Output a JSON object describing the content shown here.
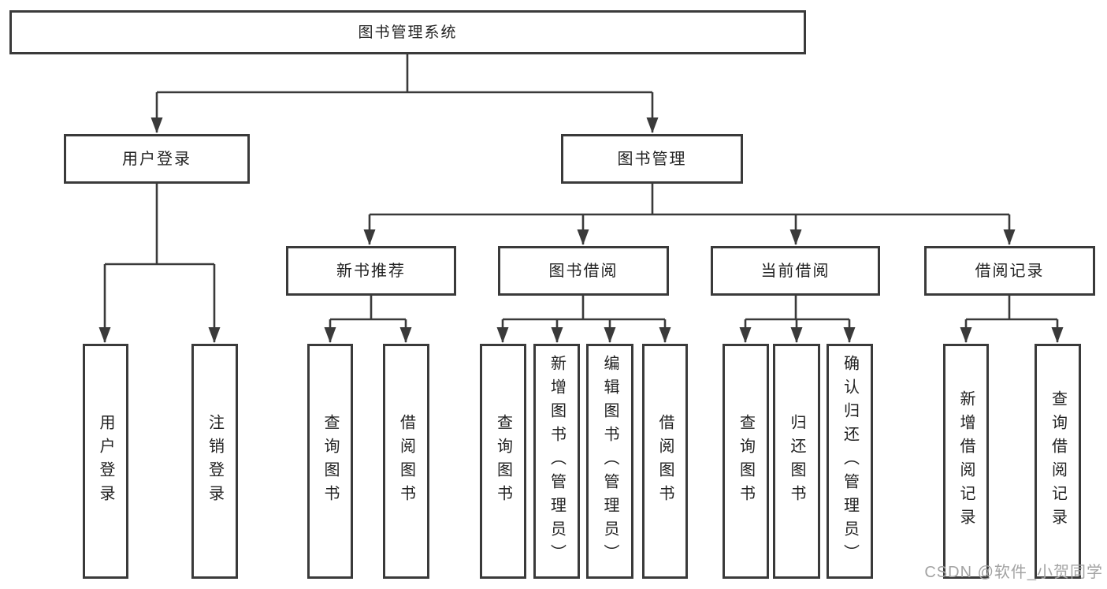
{
  "diagram": {
    "root": "图书管理系统",
    "level2": [
      "用户登录",
      "图书管理"
    ],
    "level3": [
      "新书推荐",
      "图书借阅",
      "当前借阅",
      "借阅记录"
    ],
    "leaves": {
      "user_login": [
        "用户登录",
        "注销登录"
      ],
      "new_book_recommend": [
        "查询图书",
        "借阅图书"
      ],
      "book_borrowing": [
        "查询图书",
        "新增图书（管理员）",
        "编辑图书（管理员）",
        "借阅图书"
      ],
      "current_borrowing": [
        "查询图书",
        "归还图书",
        "确认归还（管理员）"
      ],
      "borrowing_records": [
        "新增借阅记录",
        "查询借阅记录"
      ]
    }
  },
  "watermark": "CSDN @软件_小贺同学",
  "colors": {
    "line": "#3a3a3a",
    "text": "#222222",
    "background": "#ffffff",
    "watermark": "#a3a3a3"
  }
}
